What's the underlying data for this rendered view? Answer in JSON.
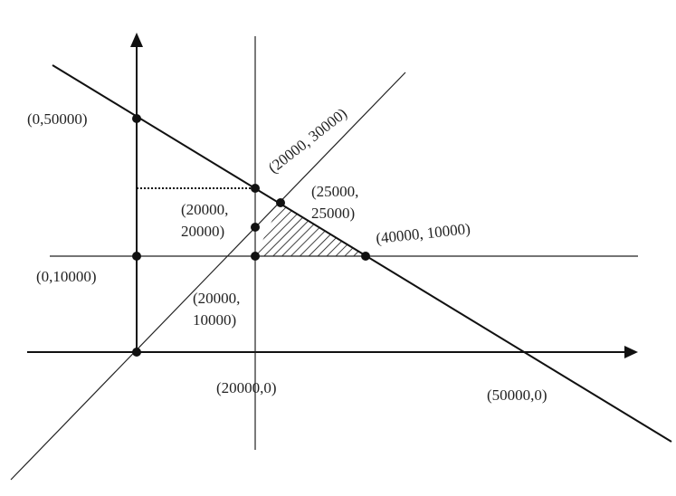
{
  "labels": {
    "p_0_50000": "(0,50000)",
    "p_0_10000": "(0,10000)",
    "p_20000_30000": "(20000, 30000)",
    "p_25000_25000_l1": "(25000,",
    "p_25000_25000_l2": "25000)",
    "p_20000_20000_l1": "(20000,",
    "p_20000_20000_l2": "20000)",
    "p_40000_10000": "(40000, 10000)",
    "p_20000_10000_l1": "(20000,",
    "p_20000_10000_l2": "10000)",
    "p_20000_0": "(20000,0)",
    "p_50000_0": "(50000,0)"
  }
}
